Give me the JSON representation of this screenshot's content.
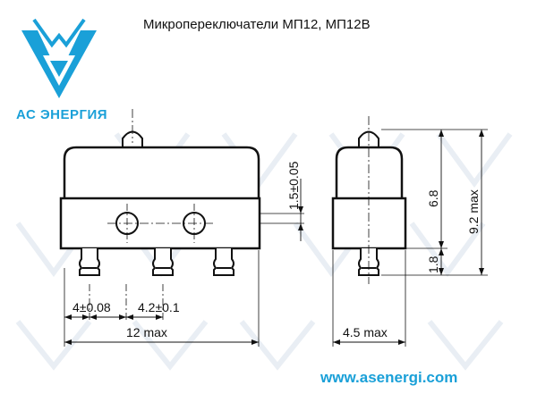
{
  "title": "Микропереключатели МП12, МП12В",
  "logo": {
    "text": "АС ЭНЕРГИЯ"
  },
  "website": "www.asenergi.com",
  "dimensions": {
    "pin_pitch_left": "4±0.08",
    "pin_pitch_right": "4.2±0.1",
    "total_length": "12 max",
    "hole_height": "1.5±0.05",
    "side_width": "4.5 max",
    "body_height": "6.8",
    "pin_height": "1.8",
    "total_height": "9.2 max"
  },
  "colors": {
    "accent": "#1aa0d8",
    "line": "#111111",
    "watermark": "#e9eef4"
  },
  "icons": [
    "logo-triangle-icon"
  ]
}
